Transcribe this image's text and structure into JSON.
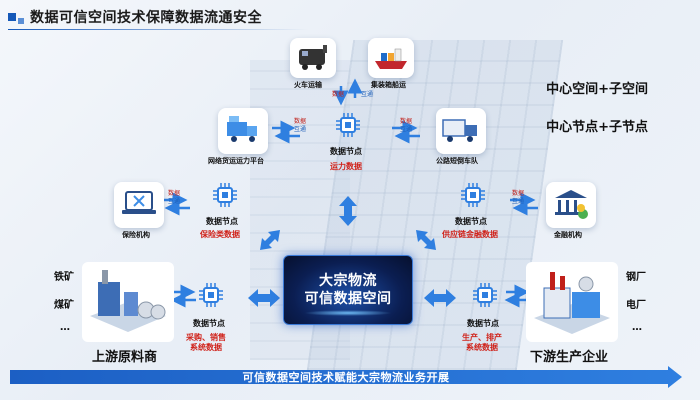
{
  "title": "数据可信空间技术保障数据流通安全",
  "notes": {
    "line1": "中心空间+子空间",
    "line2": "中心节点+子节点"
  },
  "tags": {
    "data": "数据",
    "interop": "互通"
  },
  "top_items": {
    "train": "火车运输",
    "ship": "集装箱船运",
    "platform": "网络货运运力平台",
    "fleet": "公路短倒车队",
    "insurance": "保险机构",
    "finance": "金融机构"
  },
  "node_label": "数据节点",
  "node_data": {
    "capacity": "运力数据",
    "insurance": "保险类数据",
    "supply_chain": "供应链金融数据",
    "procurement": "采购、销售\n系统数据",
    "production": "生产、排产\n系统数据"
  },
  "center": {
    "line1": "大宗物流",
    "line2": "可信数据空间"
  },
  "upstream": {
    "label": "上游原料商",
    "items": [
      "铁矿",
      "煤矿",
      "…"
    ]
  },
  "downstream": {
    "label": "下游生产企业",
    "items": [
      "钢厂",
      "电厂",
      "…"
    ]
  },
  "banner": "可信数据空间技术赋能大宗物流业务开展",
  "colors": {
    "accent": "#1558b8",
    "arrow": "#2f7fe0",
    "red": "#d0231b",
    "center_bg": "#0b1e52"
  }
}
